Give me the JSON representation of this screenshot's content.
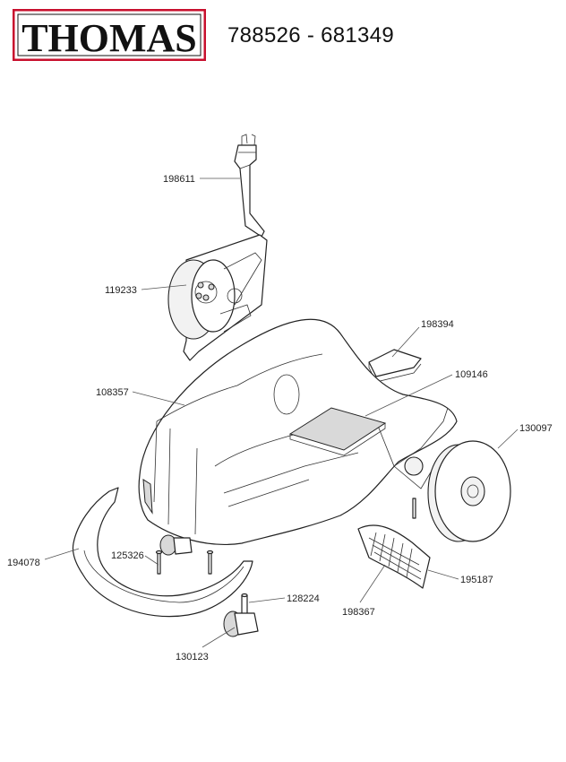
{
  "header": {
    "brand": "THOMAS",
    "model_numbers": "788526 - 681349",
    "brand_color": "#c8102e"
  },
  "parts": [
    {
      "id": "198611"
    },
    {
      "id": "119233"
    },
    {
      "id": "198394"
    },
    {
      "id": "109146"
    },
    {
      "id": "108357"
    },
    {
      "id": "130097"
    },
    {
      "id": "125326"
    },
    {
      "id": "194078"
    },
    {
      "id": "195187"
    },
    {
      "id": "128224"
    },
    {
      "id": "198367"
    },
    {
      "id": "130123"
    }
  ]
}
